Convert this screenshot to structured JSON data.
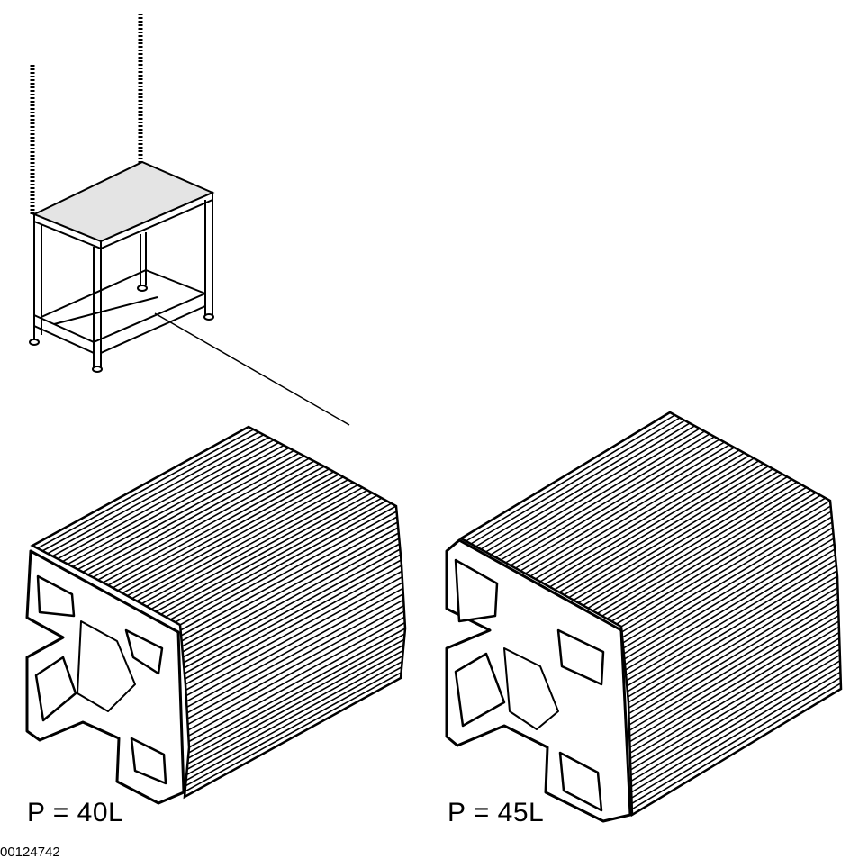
{
  "labels": {
    "profile_left": "P = 40L",
    "profile_right": "P = 45L",
    "drawing_number": "00124742"
  },
  "colors": {
    "line": "#000000",
    "table_top": "#e4e4e4",
    "background": "#ffffff"
  }
}
